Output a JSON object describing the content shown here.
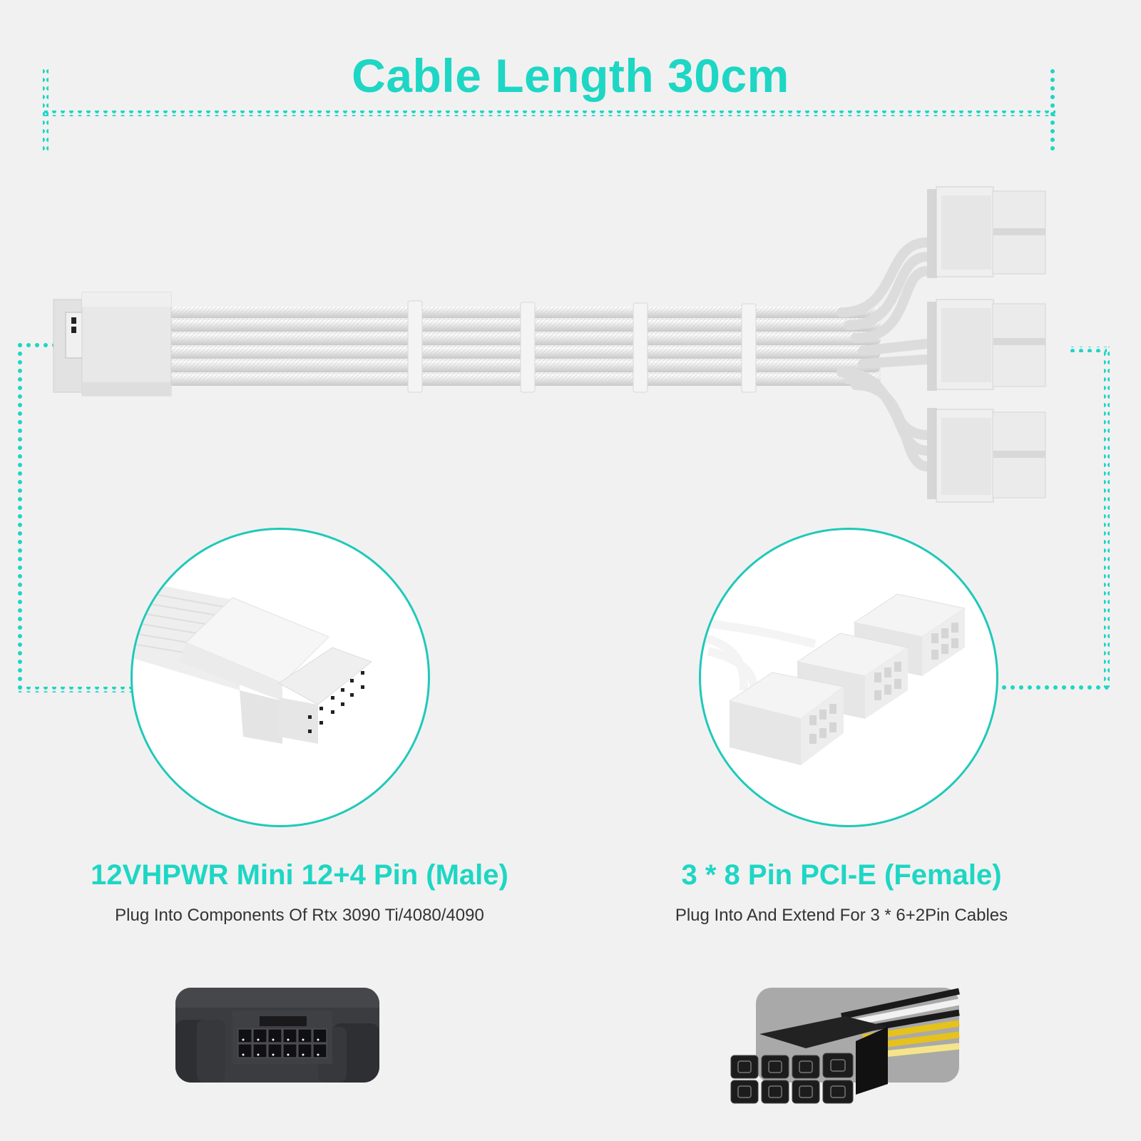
{
  "header": {
    "title": "Cable Length 30cm"
  },
  "colors": {
    "accent": "#1ed6c4",
    "background": "#f1f1f1",
    "subtext": "#333333"
  },
  "product": {
    "main_image": "white-sleeved-split-cable",
    "left_connector": "12vhpwr-connector",
    "right_connectors_count": 3,
    "cable_combs_count": 4
  },
  "features": [
    {
      "title": "12VHPWR Mini 12+4 Pin (Male)",
      "subtitle": "Plug Into Components Of Rtx 3090 Ti/4080/4090",
      "detail_image": "12vhpwr-male-connector-closeup",
      "thumb_image": "gpu-12vhpwr-socket"
    },
    {
      "title": "3 * 8 Pin PCI-E (Female)",
      "subtitle": "Plug Into And Extend For 3 * 6+2Pin Cables",
      "detail_image": "three-8pin-female-connectors-closeup",
      "thumb_image": "black-8pin-pcie-connector-yellow-black-wires"
    }
  ]
}
